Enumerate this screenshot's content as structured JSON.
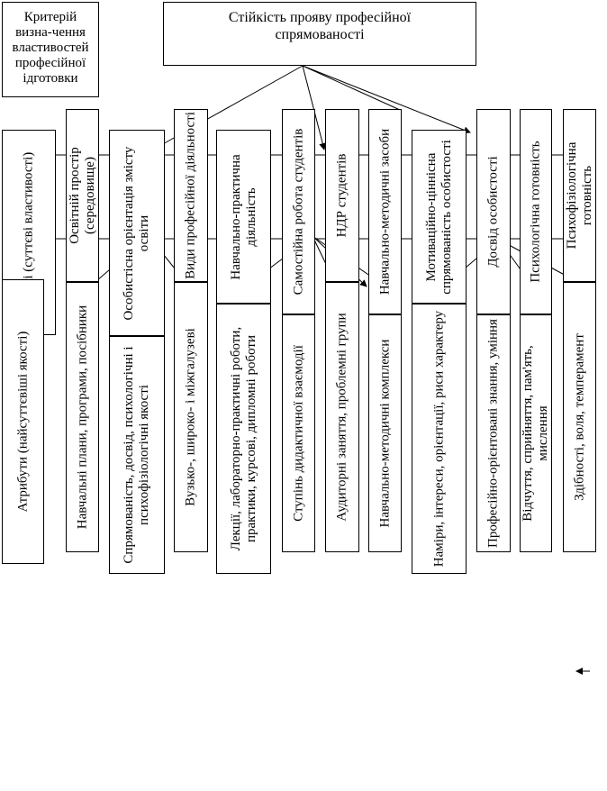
{
  "header": {
    "criterion": "Критерій визна-чення властивостей професійної ідготовки",
    "title": "Стійкість прояву професійної спрямованості"
  },
  "left": {
    "qualities": "Якості (суттєві властивості)",
    "attributes": "Атрибути (найсуттєвіші якості)"
  },
  "columns": [
    {
      "top": "Освітній простір (середовище)",
      "bottom": "Навчальні плани, програми, посібники"
    },
    {
      "top": "Особистісна орієнтація змісту освіти",
      "bottom": "Спрямованість, досвід, психологічні і психофізіологічні якості"
    },
    {
      "top": "Види професійної діяльності",
      "bottom": "Вузько-, широко- і міжгалузеві"
    },
    {
      "top": "Навчально-практична діяльність",
      "bottom": "Лекції, лабораторно-практичні роботи, практики, курсові, дипломні роботи"
    },
    {
      "top": "Самостійна робота студентів",
      "bottom": "Ступінь дидактичної взаємодії"
    },
    {
      "top": "НДР студентів",
      "bottom": "Аудиторні заняття, проблемні групи"
    },
    {
      "top": "Навчально-методичні засоби",
      "bottom": "Навчально-методичні комплекси"
    },
    {
      "top": "Мотиваційно-ціннісна спрямованість особистості",
      "bottom": "Наміри, інтереси, орієнтації, риси характеру"
    },
    {
      "top": "Досвід особистості",
      "bottom": "Професійно-орієнтовані знання, уміння"
    },
    {
      "top": "Психологічна готовність",
      "bottom": "Відчуття, сприйняття, пам'ять, мислення"
    },
    {
      "top": "Психофізіологічна готовність",
      "bottom": "Здібності, воля, темперамент"
    }
  ]
}
